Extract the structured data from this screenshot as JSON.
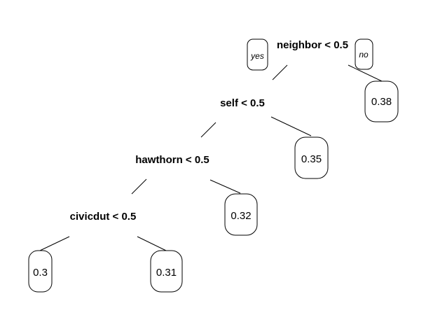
{
  "tree": {
    "branch_tags": {
      "left": "yes",
      "right": "no"
    },
    "splits": [
      {
        "id": "root",
        "label": "neighbor < 0.5"
      },
      {
        "id": "self",
        "label": "self < 0.5"
      },
      {
        "id": "hawthorn",
        "label": "hawthorn < 0.5"
      },
      {
        "id": "civicdut",
        "label": "civicdut < 0.5"
      }
    ],
    "leaves": [
      {
        "id": "leaf-root-no",
        "value": "0.38"
      },
      {
        "id": "leaf-self-no",
        "value": "0.35"
      },
      {
        "id": "leaf-hawthorn-no",
        "value": "0.32"
      },
      {
        "id": "leaf-civicdut-yes",
        "value": "0.3"
      },
      {
        "id": "leaf-civicdut-no",
        "value": "0.31"
      }
    ]
  }
}
